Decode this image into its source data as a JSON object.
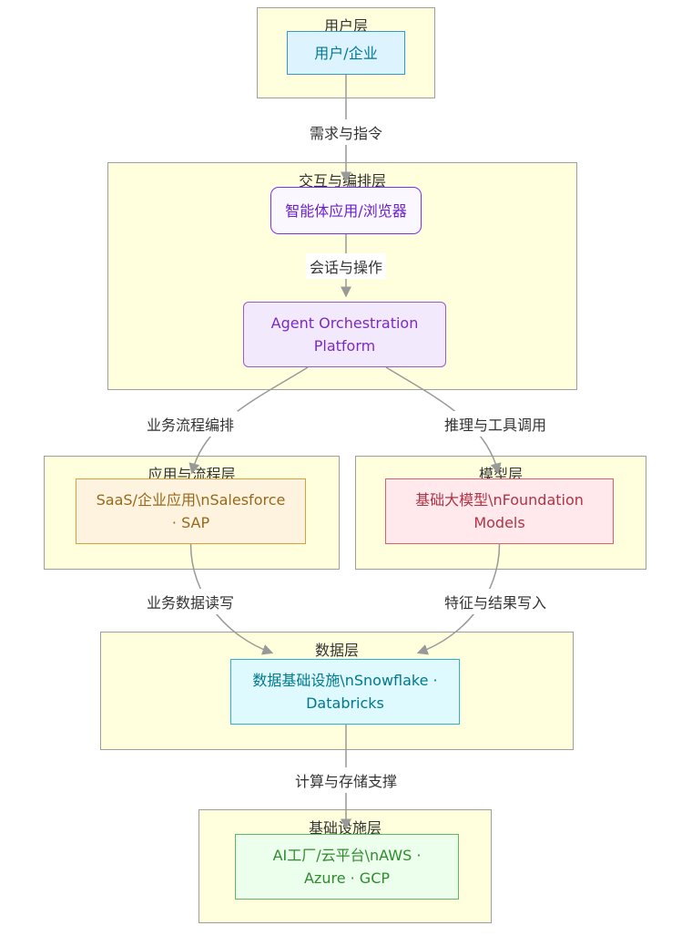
{
  "diagram": {
    "groups": {
      "user": {
        "title": "用户层"
      },
      "orchestration": {
        "title": "交互与编排层"
      },
      "application": {
        "title": "应用与流程层"
      },
      "model": {
        "title": "模型层"
      },
      "data": {
        "title": "数据层"
      },
      "infrastructure": {
        "title": "基础设施层"
      }
    },
    "nodes": {
      "user": {
        "label": "用户/企业"
      },
      "agent_app": {
        "label": "智能体应用/浏览器"
      },
      "aop": {
        "label": "Agent Orchestration Platform"
      },
      "saas": {
        "label": "SaaS/企业应用\\nSalesforce · SAP"
      },
      "foundation": {
        "label": "基础大模型\\nFoundation Models"
      },
      "data_infra": {
        "label": "数据基础设施\\nSnowflake · Databricks"
      },
      "cloud": {
        "label": "AI工厂/云平台\\nAWS · Azure · GCP"
      }
    },
    "edges": {
      "demand": {
        "label": "需求与指令"
      },
      "session": {
        "label": "会话与操作"
      },
      "workflow": {
        "label": "业务流程编排"
      },
      "reasoning": {
        "label": "推理与工具调用"
      },
      "data_rw": {
        "label": "业务数据读写"
      },
      "feature_write": {
        "label": "特征与结果写入"
      },
      "compute": {
        "label": "计算与存储支撑"
      }
    },
    "colors": {
      "cluster_fill": "#ffffde",
      "cluster_border": "#9e9e9e",
      "edge_stroke": "#999999",
      "user_node": {
        "fill": "#ddf4ff",
        "stroke": "#3498c8",
        "text": "#00789b"
      },
      "agent_app_node": {
        "fill": "#fbf7ff",
        "stroke": "#7b2ff2",
        "text": "#6a21c9"
      },
      "aop_node": {
        "fill": "#f3e9fd",
        "stroke": "#9b59d0",
        "text": "#7a2bbf"
      },
      "saas_node": {
        "fill": "#fdf3df",
        "stroke": "#dc9f3e",
        "text": "#96691c"
      },
      "foundation_node": {
        "fill": "#ffe9ec",
        "stroke": "#dd5f6e",
        "text": "#b03345"
      },
      "data_node": {
        "fill": "#defaff",
        "stroke": "#2cb5c8",
        "text": "#00788c"
      },
      "cloud_node": {
        "fill": "#ecffec",
        "stroke": "#61b861",
        "text": "#2e8b2e"
      }
    }
  }
}
